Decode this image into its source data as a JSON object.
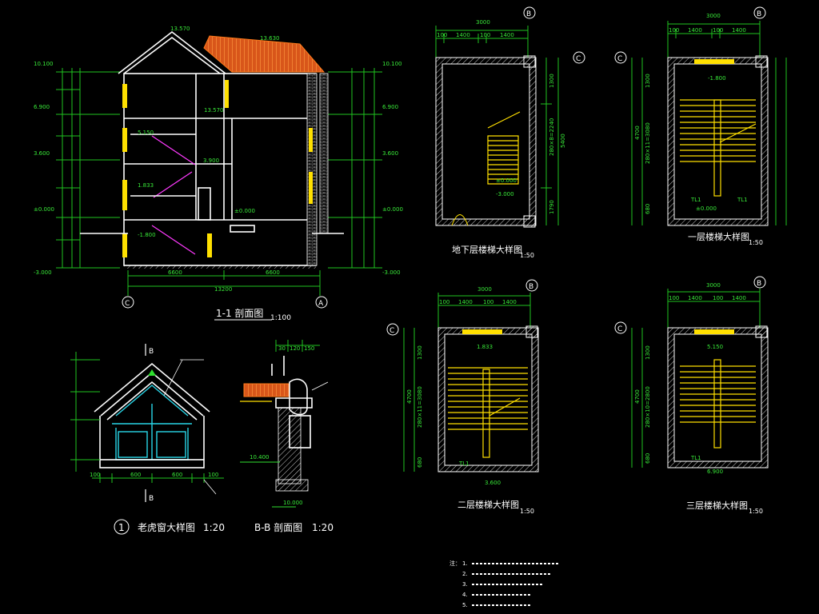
{
  "section_1_1": {
    "title": "1-1 剖面图",
    "scale": "1:100",
    "total_width": "13200",
    "bay_left": "6600",
    "bay_right": "6600",
    "left_levels": [
      "10.100",
      "6.900",
      "3.600",
      "±0.000",
      "-3.000"
    ],
    "right_levels": [
      "10.100",
      "6.900",
      "3.600",
      "±0.000",
      "-3.000"
    ],
    "ridge_left": "13.570",
    "ridge_right": "13.630",
    "inner_levels": [
      "5.150",
      "3.900",
      "1.833",
      "±0.000",
      "-1.800"
    ],
    "axis_left": "C",
    "axis_right": "A"
  },
  "eave_detail": {
    "circle_no": "1",
    "title": "老虎窗大样图",
    "scale": "1:20",
    "section_mark": "B",
    "dims": [
      "100",
      "600",
      "600",
      "100"
    ],
    "level": "10.400"
  },
  "section_b_b": {
    "title": "B-B 剖面图",
    "scale": "1:20",
    "top_dims": [
      "30",
      "120",
      "150"
    ],
    "bottom_level": "10.000"
  },
  "stair_basement": {
    "title": "地下层楼梯大样图",
    "scale": "1:50",
    "width": "3000",
    "sub_dims": [
      "100",
      "1400",
      "100",
      "1400"
    ],
    "axis_top": "B",
    "axis_side": "C",
    "side_dims": [
      "1300",
      "280×8=2240",
      "1790"
    ],
    "total": "5400",
    "levels": [
      "±0.000",
      "-3.000"
    ]
  },
  "stair_first": {
    "title": "一层楼梯大样图",
    "scale": "1:50",
    "width": "3000",
    "sub_dims": [
      "100",
      "1400",
      "100",
      "1400"
    ],
    "axis_top": "B",
    "axis_side": "C",
    "side_dims": [
      "1300",
      "280×11=3080",
      "680"
    ],
    "total": "4700",
    "levels": [
      "-1.800",
      "±0.000"
    ],
    "labels": [
      "TL1",
      "TL1"
    ]
  },
  "stair_second": {
    "title": "二层楼梯大样图",
    "scale": "1:50",
    "width": "3000",
    "sub_dims": [
      "100",
      "1400",
      "100",
      "1400"
    ],
    "axis_top": "B",
    "axis_side": "C",
    "side_dims": [
      "1300",
      "280×11=3080",
      "680"
    ],
    "total": "4700",
    "levels": [
      "1.833",
      "3.600"
    ],
    "labels": [
      "TL1"
    ]
  },
  "stair_third": {
    "title": "三层楼梯大样图",
    "scale": "1:50",
    "width": "3000",
    "sub_dims": [
      "100",
      "1400",
      "100",
      "1400"
    ],
    "axis_top": "B",
    "axis_side": "C",
    "side_dims": [
      "1300",
      "280×10=2800",
      "680"
    ],
    "total": "4700",
    "levels": [
      "5.150",
      "6.900"
    ],
    "labels": [
      "TL1"
    ]
  },
  "notes": {
    "header": "注：",
    "items": [
      "1.",
      "2.",
      "3.",
      "4.",
      "5."
    ]
  },
  "colors": {
    "dimension": "#1fc41f",
    "wall": "#ffffff",
    "window": "#29d6e8",
    "stair": "#ffe000",
    "stair_section": "#ff3aff",
    "roof": "#ff7a1a"
  }
}
